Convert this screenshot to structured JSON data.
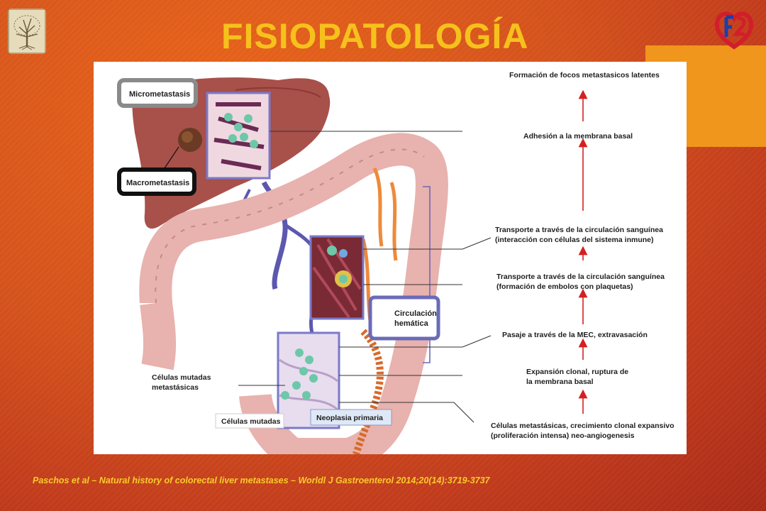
{
  "title": "FISIOPATOLOGÍA",
  "citation": "Paschos et al – Natural history of colorectal liver metastases – Worldl J Gastroenterol 2014;20(14):3719-3737",
  "diagram": {
    "left_labels": {
      "micrometastasis": "Micrometastasis",
      "macrometastasis": "Macrometastasis",
      "mutadas_metastasicas_l1": "Células mutadas",
      "mutadas_metastasicas_l2": "metastásicas",
      "mutadas": "Células mutadas",
      "neoplasia": "Neoplasia primaria",
      "circulacion_l1": "Circulación",
      "circulacion_l2": "hemática"
    },
    "stages": [
      {
        "line1": "Formación de focos metastasicos latentes",
        "line2": ""
      },
      {
        "line1": "Adhesión a la membrana basal",
        "line2": ""
      },
      {
        "line1": "Transporte a través de la circulación sanguínea",
        "line2": "(interacción con células del sistema inmune)"
      },
      {
        "line1": "Transporte a través de la circulación sanguínea",
        "line2": "(formación de embolos con plaquetas)"
      },
      {
        "line1": "Pasaje a través de la MEC, extravasación",
        "line2": ""
      },
      {
        "line1": "Expansión clonal, ruptura de",
        "line2": "la membrana basal"
      },
      {
        "line1": "Células metastásicas, crecimiento clonal expansivo",
        "line2": "(proliferación intensa) neo-angiogenesis"
      }
    ]
  },
  "colors": {
    "title": "#f6c11c",
    "citation": "#f7cc2a",
    "arrow": "#d42020",
    "liver": "#a8504a",
    "colon": "#e8b0ac",
    "vessel": "#6a6ab8",
    "box_outline": "#7a7ac8"
  },
  "icons": {
    "left_logo": "tree-emblem-icon",
    "right_logo": "heart-emblem-icon"
  }
}
